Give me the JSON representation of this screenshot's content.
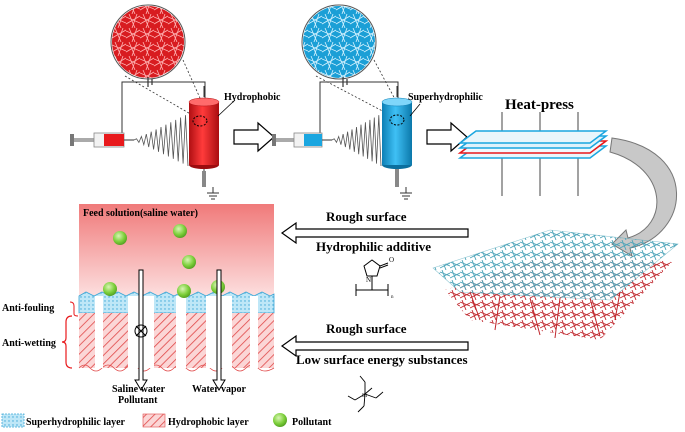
{
  "top": {
    "hydrophobic_label": "Hydrophobic",
    "superhydrophilic_label": "Superhydrophilic",
    "heat_press_label": "Heat-press"
  },
  "middle": {
    "upper_arrow_label_1": "Rough surface",
    "upper_arrow_label_2": "Hydrophilic additive",
    "lower_arrow_label_1": "Rough surface",
    "lower_arrow_label_2": "Low surface energy substances"
  },
  "membrane": {
    "feed_label": "Feed solution(saline water)",
    "anti_fouling_label": "Anti-fouling",
    "anti_wetting_label": "Anti-wetting",
    "saline_water_label": "Saline water",
    "pollutant_label": "Pollutant",
    "water_vapor_label": "Water vapor"
  },
  "legend": {
    "superhydrophilic_layer": "Superhydrophilic layer",
    "hydrophobic_layer": "Hydrophobic layer",
    "pollutant": "Pollutant"
  },
  "colors": {
    "hydrophobic_red": "#e8191c",
    "superhydrophilic_blue": "#1aa6e0",
    "pollutant_green": "#7ccf3a",
    "feed_pink": "#f08080",
    "fiber_teal": "#4aa3b8",
    "fiber_red": "#c0272d"
  }
}
